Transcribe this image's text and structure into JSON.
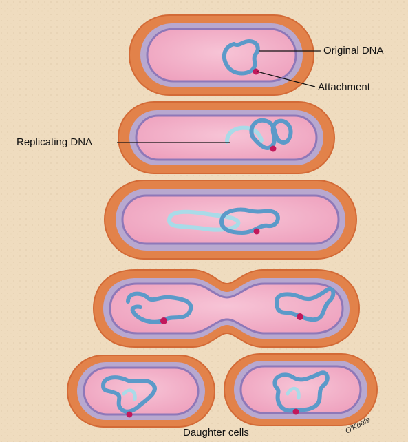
{
  "labels": {
    "original_dna": "Original DNA",
    "attachment": "Attachment",
    "replicating_dna": "Replicating DNA",
    "daughter_cells": "Daughter cells"
  },
  "signature": "O'Keefe",
  "colors": {
    "background": "#efdcbf",
    "capsule": "#e2824a",
    "wall": "#b8a8cf",
    "membrane": "#8e78b8",
    "cytoplasm": "#f2aac4",
    "dna_original": "#5b9ac9",
    "dna_new": "#a9dbe8",
    "attachment": "#c2185b"
  }
}
